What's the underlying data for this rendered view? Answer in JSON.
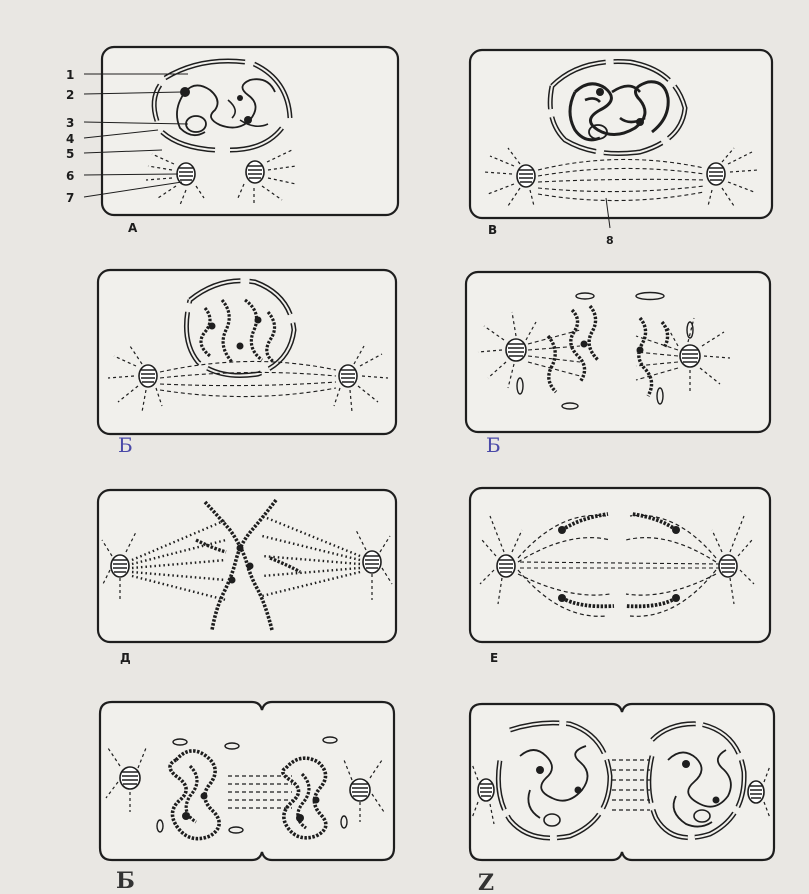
{
  "figure": {
    "numbered_labels": [
      "1",
      "2",
      "3",
      "4",
      "5",
      "6",
      "7"
    ],
    "spindle_label": "8",
    "panels": [
      {
        "id": "A",
        "letter": "А",
        "handwritten": false,
        "letter_color": "#222222"
      },
      {
        "id": "B",
        "letter": "В",
        "handwritten": false,
        "letter_color": "#222222"
      },
      {
        "id": "C",
        "letter": "Б",
        "handwritten": true,
        "letter_color": "#4a49a8"
      },
      {
        "id": "D",
        "letter": "Б",
        "handwritten": true,
        "letter_color": "#4a49a8"
      },
      {
        "id": "E",
        "letter": "Д",
        "handwritten": false,
        "letter_color": "#222222"
      },
      {
        "id": "F",
        "letter": "Е",
        "handwritten": false,
        "letter_color": "#222222"
      },
      {
        "id": "G",
        "letter": "Б",
        "handwritten": true,
        "letter_color": "#333333"
      },
      {
        "id": "H",
        "letter": "Z",
        "handwritten": true,
        "letter_color": "#333333"
      }
    ]
  },
  "colors": {
    "paper": "#e9e7e3",
    "cell_fill": "#f1f0ec",
    "ink": "#1e1e1e"
  }
}
